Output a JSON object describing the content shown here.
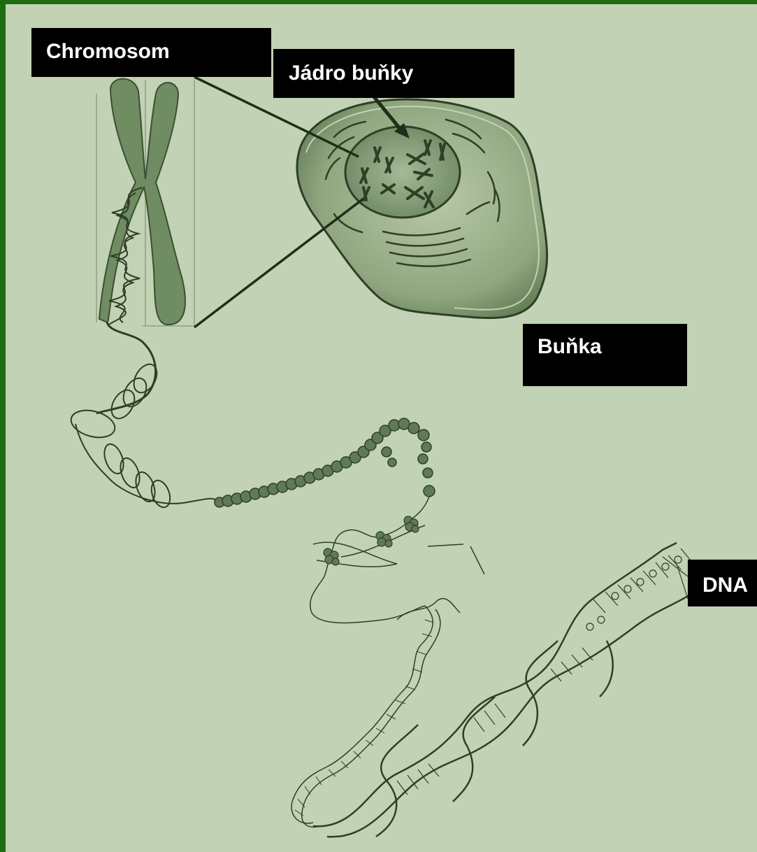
{
  "labels": {
    "chromosome": "Chromosom",
    "nucleus": "Jádro buňky",
    "cell": "Buňka",
    "dna": "DNA"
  },
  "colors": {
    "frame": "#1f6b10",
    "background": "#c2d2b5",
    "ink": "#2e3f26",
    "fill": "#6f8c63",
    "label_bg": "#000000",
    "label_text": "#ffffff"
  }
}
